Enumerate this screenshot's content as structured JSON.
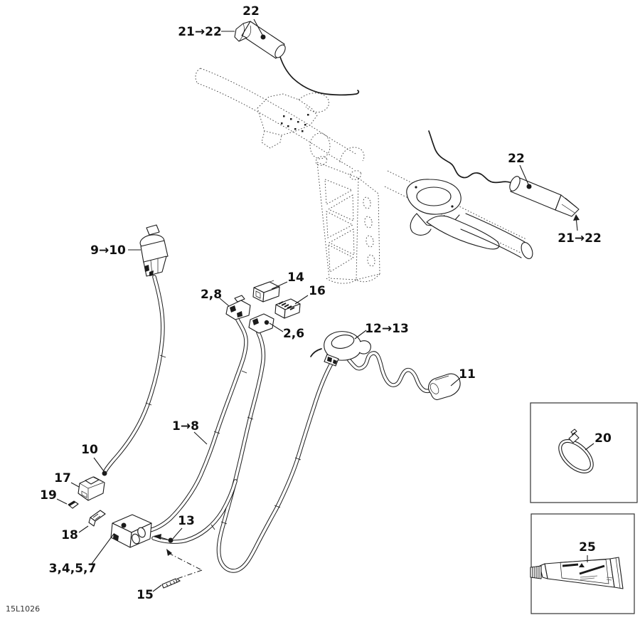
{
  "figure_code": "15L1026",
  "colors": {
    "ink": "#1b1b1b",
    "background": "#ffffff"
  },
  "callouts": {
    "heater_top": "22",
    "grip_to_heater_left": "21→22",
    "heater_right": "22",
    "grip_to_heater_right": "21→22",
    "switch_9_10": "9→10",
    "connector_14": "14",
    "connector_2_8": "2,8",
    "connector_16": "16",
    "connector_2_6": "2,6",
    "switch_12_13": "12→13",
    "connector_11": "11",
    "harness_1_8": "1→8",
    "cable_10": "10",
    "connector_17": "17",
    "clip_19": "19",
    "bracket_18": "18",
    "cable_13": "13",
    "module_3_4_5_7": "3,4,5,7",
    "pin_15": "15",
    "clamp_20": "20",
    "grease_25": "25"
  }
}
